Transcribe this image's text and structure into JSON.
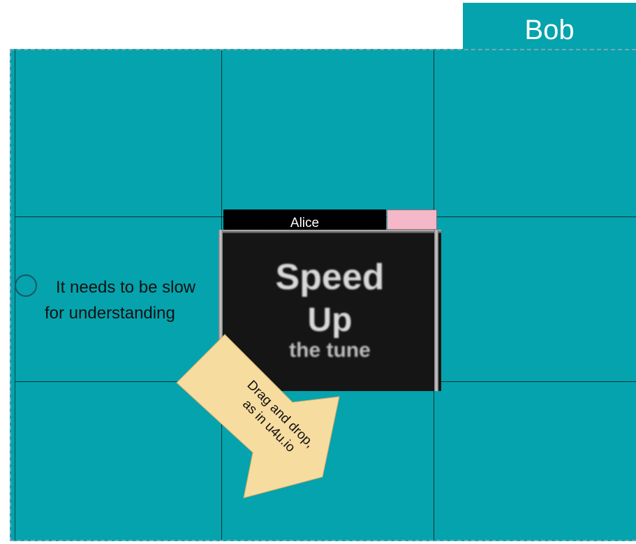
{
  "header": {
    "user_tab_label": "Bob"
  },
  "option": {
    "text": "It needs to be slow for understanding"
  },
  "card": {
    "owner_label": "Alice",
    "thumbnail_line1": "Speed",
    "thumbnail_line2": "Up",
    "thumbnail_line3": "the tune",
    "marker_color": "#f4b8c8"
  },
  "callout": {
    "line1": "Drag and drop,",
    "line2": "as in u4u.io"
  },
  "colors": {
    "board": "#04a3ad",
    "callout": "#f7dca0"
  }
}
